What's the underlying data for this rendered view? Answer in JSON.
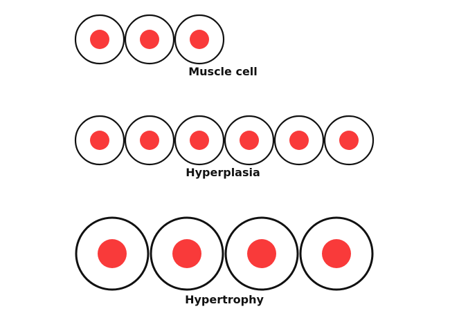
{
  "labels": {
    "muscle_cell": "Muscle cell",
    "hyperplasia": "Hyperplasia",
    "hypertrophy": "Hypertrophy"
  },
  "rows": [
    {
      "id": "muscle-cell",
      "cell_count": 3
    },
    {
      "id": "hyperplasia",
      "cell_count": 6
    },
    {
      "id": "hypertrophy",
      "cell_count": 4
    }
  ],
  "colors": {
    "cell_outline": "#111111",
    "cell_fill": "#ffffff",
    "nucleus": "#f93a3a"
  }
}
